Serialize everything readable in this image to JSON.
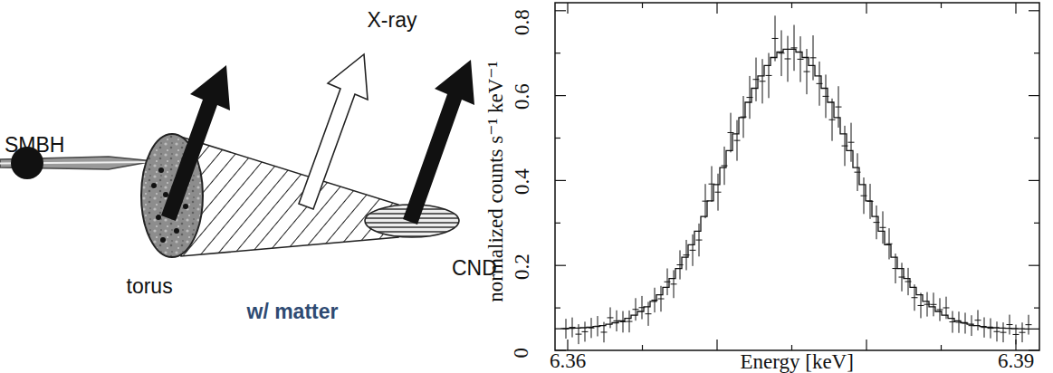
{
  "diagram": {
    "labels": [
      "X-ray",
      "SMBH",
      "torus",
      "w/ matter",
      "CND",
      "normalized counts s⁻¹ keV⁻¹",
      "0.8",
      "0.6",
      "0.4",
      "0.2",
      "0",
      "6.36",
      "Energy [keV]",
      "6.39"
    ]
  }
}
